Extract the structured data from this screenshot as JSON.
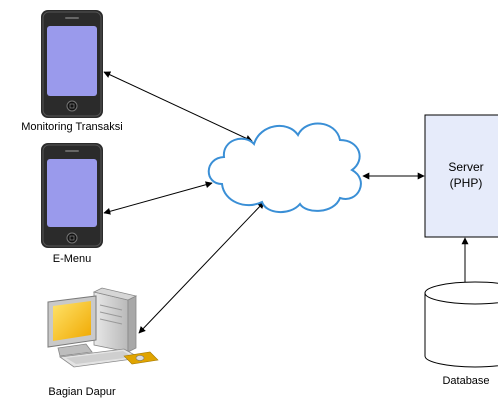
{
  "colors": {
    "phone_body": "#2b2b2b",
    "phone_screen": "#9a9aec",
    "cloud_stroke": "#3a8fd6",
    "server_fill": "#e6ebfa",
    "connector": "#000000"
  },
  "nodes": {
    "monitoring": {
      "label": "Monitoring Transaksi",
      "icon": "smartphone-icon"
    },
    "emenu": {
      "label": "E-Menu",
      "icon": "smartphone-icon"
    },
    "dapur": {
      "label": "Bagian Dapur",
      "icon": "desktop-computer-icon"
    },
    "cloud": {
      "icon": "cloud-icon"
    },
    "server": {
      "line1": "Server",
      "line2": "(PHP)"
    },
    "database": {
      "label": "Database",
      "icon": "database-cylinder-icon"
    }
  }
}
